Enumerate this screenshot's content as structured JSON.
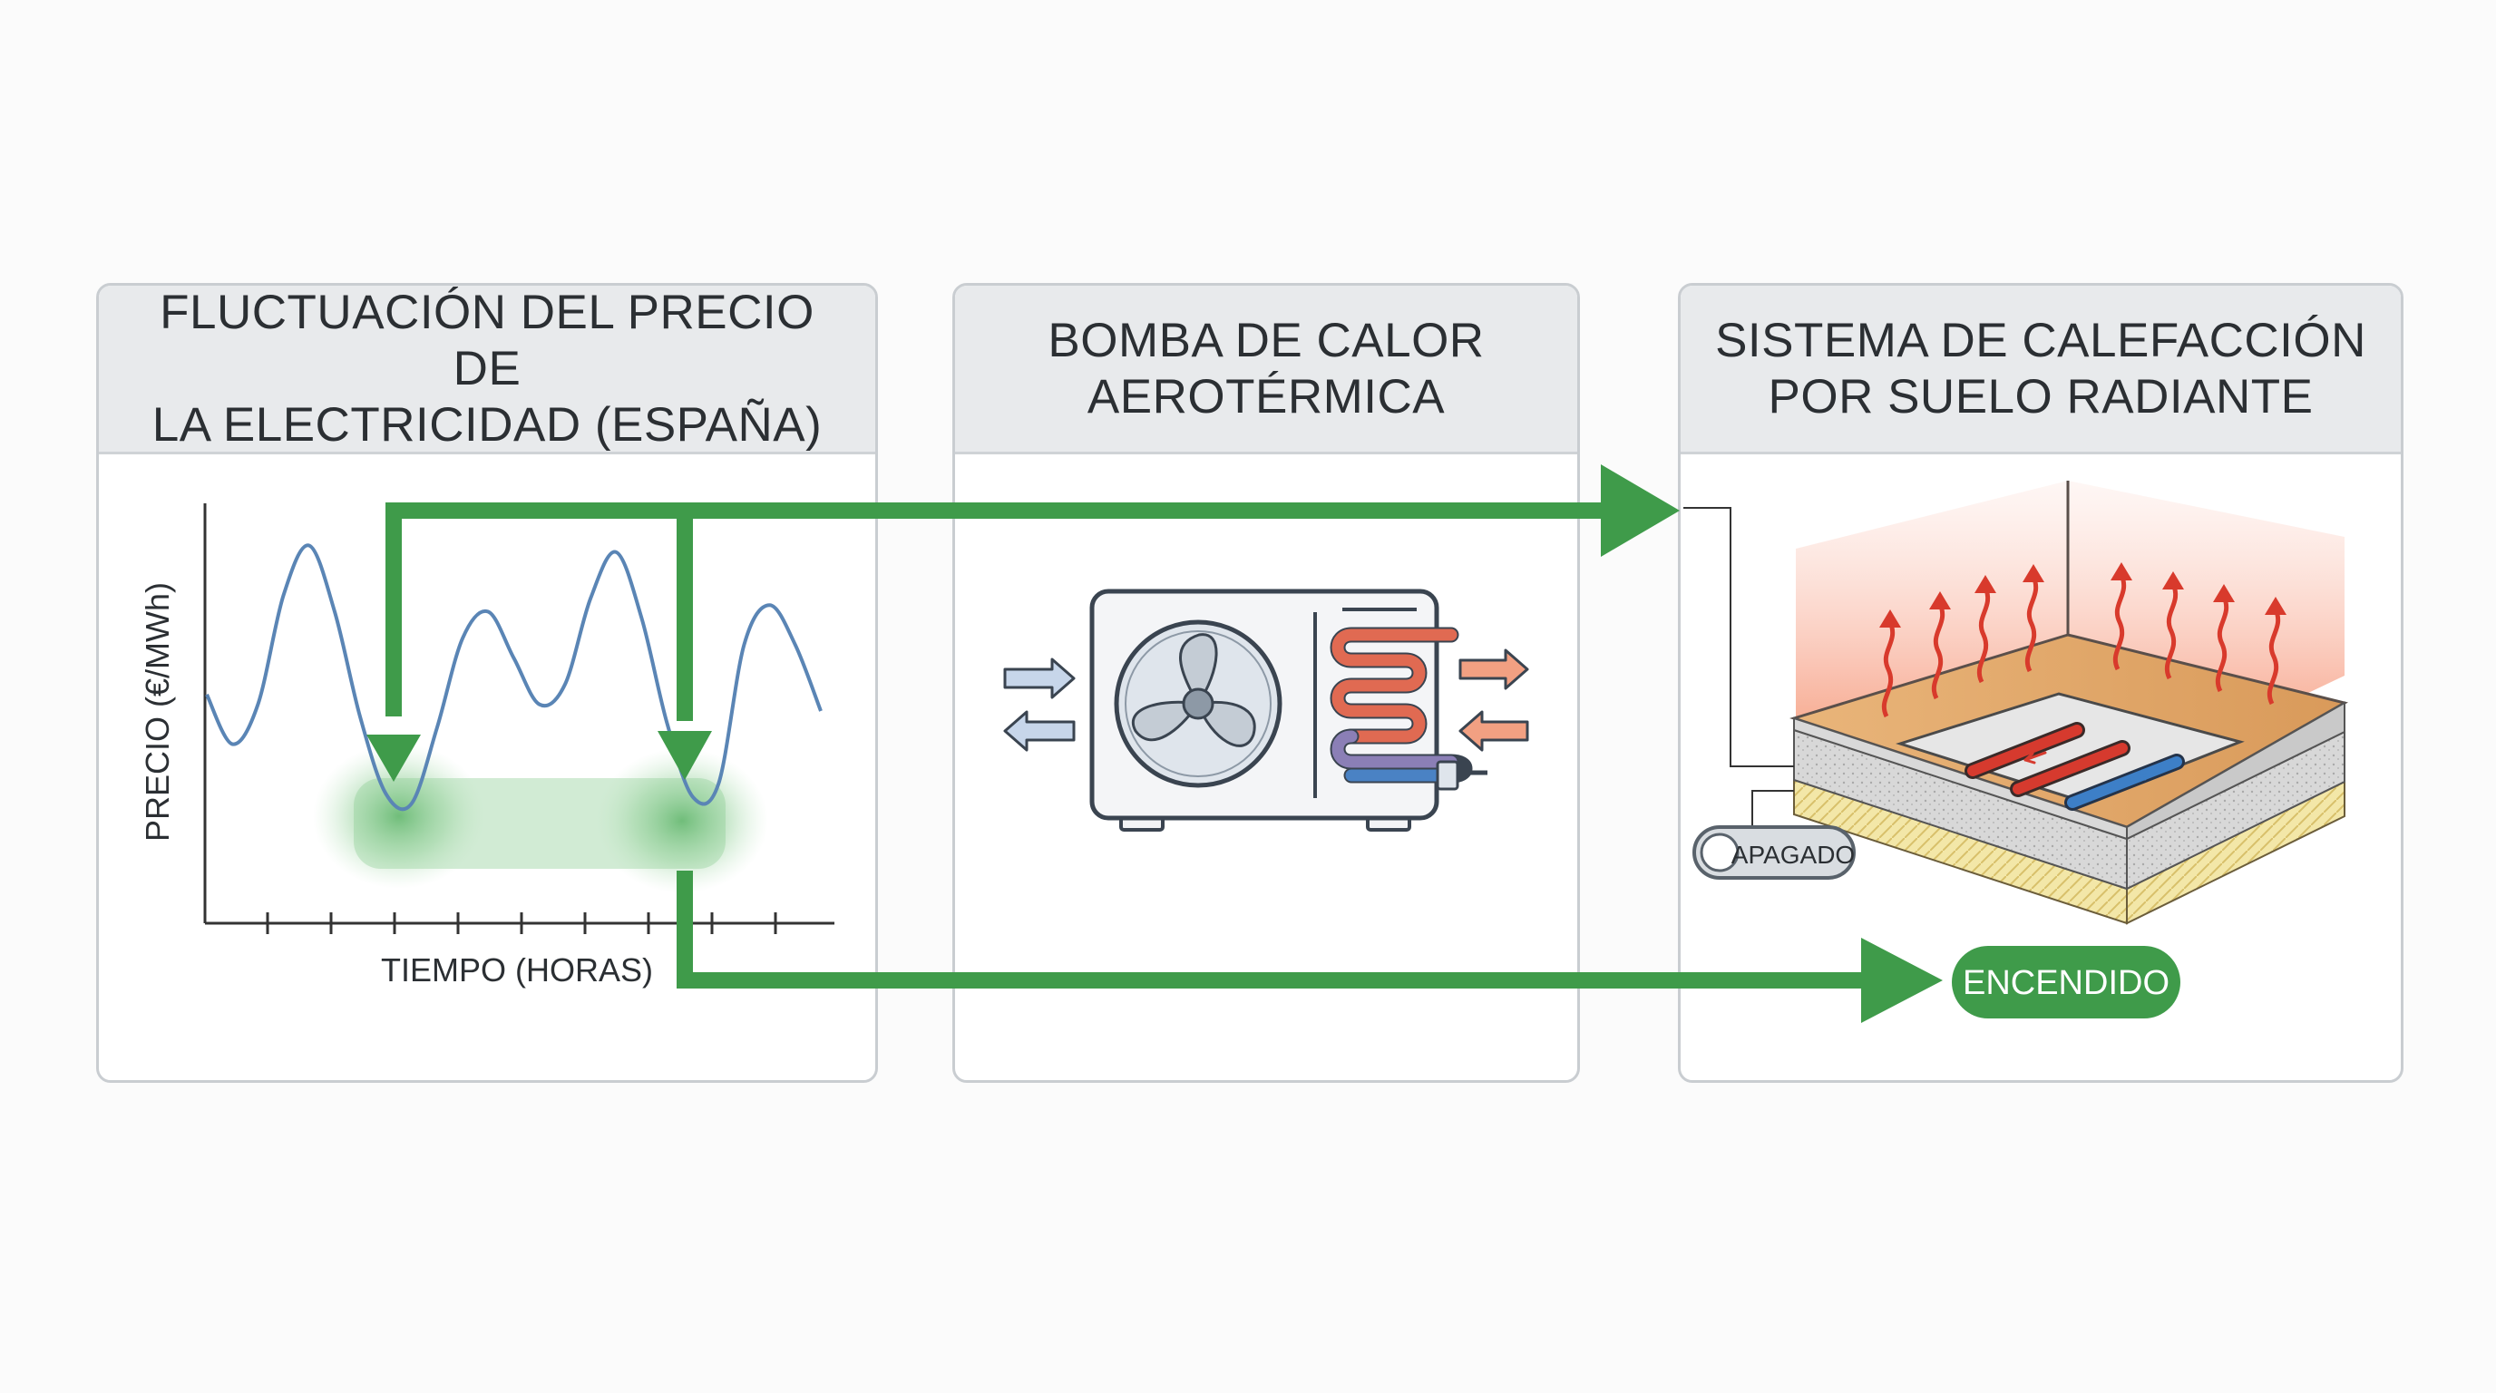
{
  "panels": [
    {
      "title_lines": [
        "FLUCTUACIÓN DEL PRECIO DE",
        "LA ELECTRICIDAD (ESPAÑA)"
      ]
    },
    {
      "title_lines": [
        "BOMBA DE CALOR",
        "AEROTÉRMICA"
      ]
    },
    {
      "title_lines": [
        "SISTEMA DE CALEFACCIÓN",
        "POR SUELO RADIANTE"
      ]
    }
  ],
  "chart": {
    "ylabel": "PRECIO (€/MWh)",
    "xlabel": "TIEMPO (HORAS)"
  },
  "toggles": {
    "off_label": "APAGADO",
    "on_label": "ENCENDIDO"
  },
  "chart_data": {
    "type": "line",
    "xlabel": "TIEMPO (HORAS)",
    "ylabel": "PRECIO (€/MWh)",
    "grid": false,
    "series": [
      {
        "values": [
          0.45,
          0.3,
          0.42,
          0.75,
          0.9,
          0.7,
          0.38,
          0.15,
          0.12,
          0.35,
          0.62,
          0.7,
          0.56,
          0.42,
          0.48,
          0.74,
          0.88,
          0.68,
          0.36,
          0.14,
          0.18,
          0.6,
          0.72,
          0.6,
          0.4
        ]
      }
    ]
  },
  "colors": {
    "arrow_green": "#3f9b4a",
    "price_line": "#5a85b5",
    "hot": "#e5533a",
    "cold": "#3d7fc7",
    "panel_border": "#c9cdd1",
    "header_bg": "#e8eaec"
  },
  "icons": [
    "fan-icon",
    "heat-exchanger-coil-icon",
    "air-arrow-icon",
    "heat-wave-icon",
    "pipe-icon"
  ]
}
